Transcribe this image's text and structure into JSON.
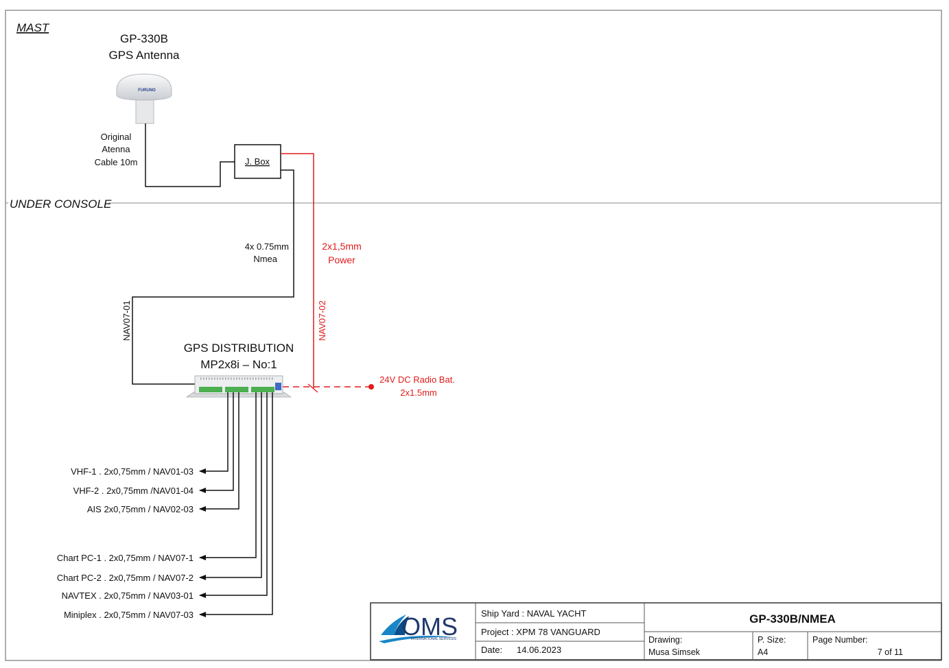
{
  "zones": {
    "mast": "MAST",
    "under_console": "UNDER CONSOLE"
  },
  "antenna": {
    "model": "GP-330B",
    "name": "GPS Antenna",
    "brand": "FURUNO",
    "icon": "gps-antenna-dome-icon"
  },
  "antenna_cable": {
    "line1": "Original",
    "line2": "Atenna",
    "line3": "Cable 10m"
  },
  "jbox": {
    "label": "J. Box"
  },
  "nmea_cable": {
    "line1": "4x 0.75mm",
    "line2": "Nmea",
    "id": "NAV07-01"
  },
  "power_cable": {
    "line1": "2x1,5mm",
    "line2": "Power",
    "id": "NAV07-02"
  },
  "distribution": {
    "line1": "GPS DISTRIBUTION",
    "line2": "MP2x8i – No:1",
    "icon": "distribution-box-icon"
  },
  "battery": {
    "line1": "24V DC Radio Bat.",
    "line2": "2x1.5mm"
  },
  "outputs": [
    "VHF-1 .  2x0,75mm / NAV01-03",
    "VHF-2 .  2x0,75mm /NAV01-04",
    "AIS  2x0,75mm / NAV02-03",
    "Chart PC-1 .  2x0,75mm / NAV07-1",
    "Chart PC-2 .  2x0,75mm / NAV07-2",
    "NAVTEX .  2x0,75mm / NAV03-01",
    "Miniplex .  2x0,75mm / NAV07-03"
  ],
  "title_block": {
    "logo_text": "OMS",
    "logo_sub": "INTERNATIONAL SERVICES",
    "ship_yard": "Ship  Yard  :  NAVAL  YACHT",
    "project": "Project  :  XPM  78  VANGUARD",
    "date_label": "Date:",
    "date_value": "14.06.2023",
    "title": "GP-330B/NMEA",
    "drawing_label": "Drawing:",
    "drawing_value": "Musa  Simsek",
    "psize_label": "P.  Size:",
    "psize_value": "A4",
    "page_label": "Page  Number:",
    "page_value": "7  of  11"
  },
  "colors": {
    "power": "#e01b1b",
    "line": "#111111",
    "terminal": "#4caf50"
  }
}
